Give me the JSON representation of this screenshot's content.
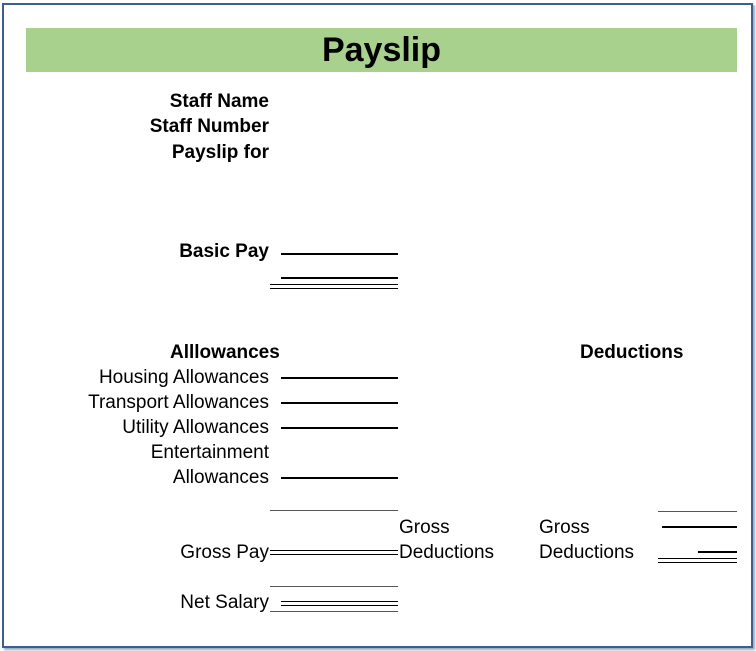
{
  "title": "Payslip",
  "header_fields": {
    "staff_name": "Staff Name",
    "staff_number": "Staff Number",
    "payslip_for": "Payslip for"
  },
  "basic_pay": "Basic Pay",
  "allowances": {
    "heading": "Alllowances",
    "housing": "Housing Allowances",
    "transport": "Transport Allowances",
    "utility": "Utility Allowances",
    "entertainment_line1": "Entertainment",
    "entertainment_line2": "Allowances"
  },
  "deductions": {
    "heading": "Deductions",
    "gross_deductions_a_line1": "Gross",
    "gross_deductions_a_line2": "Deductions",
    "gross_deductions_b_line1": "Gross",
    "gross_deductions_b_line2": "Deductions"
  },
  "gross_pay": "Gross Pay",
  "net_salary": "Net Salary",
  "colors": {
    "title_bar": "#a9d18e",
    "frame_border": "#3d5f8c"
  }
}
